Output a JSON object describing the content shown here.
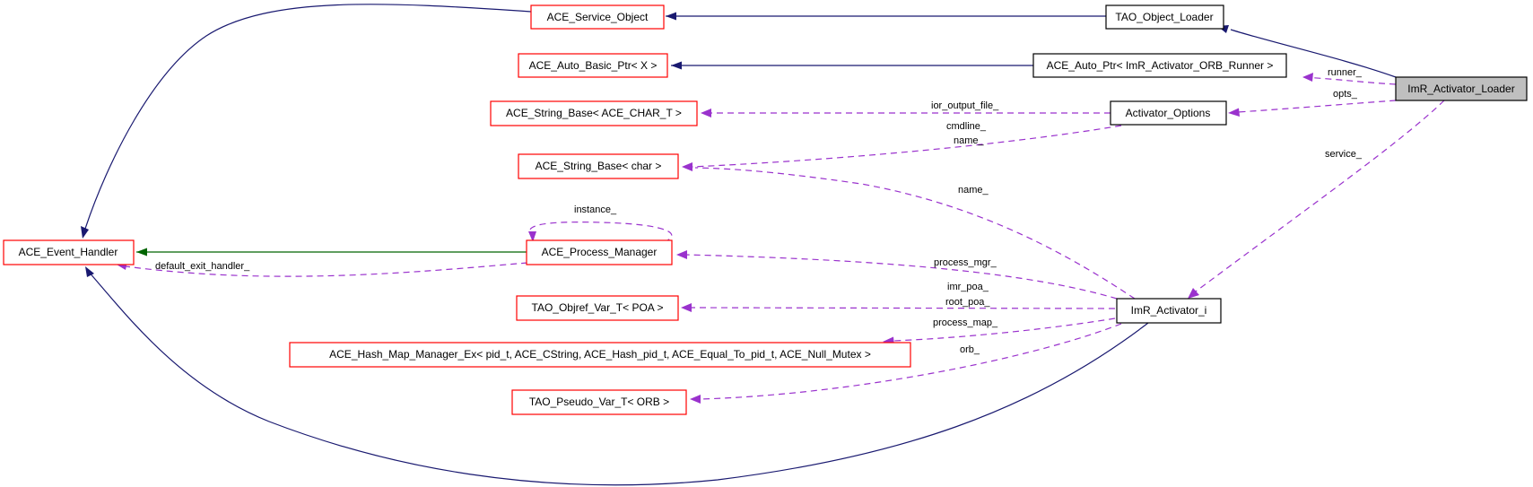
{
  "diagram": {
    "type": "collaboration-diagram",
    "focus_node": "ImR_Activator_Loader",
    "colors": {
      "inheritance_edge": "#191970",
      "protected_inheritance_edge": "#006400",
      "usage_edge": "#9a32cd",
      "external_node_border": "#ff0000",
      "documented_node_border": "#000000",
      "focus_node_fill": "#bfbfbf"
    },
    "nodes": {
      "imr_activator_loader": "ImR_Activator_Loader",
      "tao_object_loader": "TAO_Object_Loader",
      "ace_service_object": "ACE_Service_Object",
      "ace_auto_ptr": "ACE_Auto_Ptr< ImR_Activator_ORB_Runner >",
      "ace_auto_basic_ptr": "ACE_Auto_Basic_Ptr< X >",
      "activator_options": "Activator_Options",
      "ace_string_base_ace_char_t": "ACE_String_Base< ACE_CHAR_T >",
      "ace_string_base_char": "ACE_String_Base< char >",
      "ace_event_handler": "ACE_Event_Handler",
      "ace_process_manager": "ACE_Process_Manager",
      "imr_activator_i": "ImR_Activator_i",
      "tao_objref_var_t_poa": "TAO_Objref_Var_T< POA >",
      "ace_hash_map_manager_ex": "ACE_Hash_Map_Manager_Ex< pid_t, ACE_CString, ACE_Hash_pid_t, ACE_Equal_To_pid_t, ACE_Null_Mutex >",
      "tao_pseudo_var_t_orb": "TAO_Pseudo_Var_T< ORB >"
    },
    "edge_labels": {
      "runner": "runner_",
      "opts": "opts_",
      "service": "service_",
      "ior_output_file": "ior_output_file_",
      "cmdline": "cmdline_",
      "name_opts": "name_",
      "name_imr": "name_",
      "instance": "instance_",
      "default_exit_handler": "default_exit_handler_",
      "process_mgr": "process_mgr_",
      "imr_poa": "imr_poa_",
      "root_poa": "root_poa_",
      "process_map": "process_map_",
      "orb": "orb_"
    }
  }
}
